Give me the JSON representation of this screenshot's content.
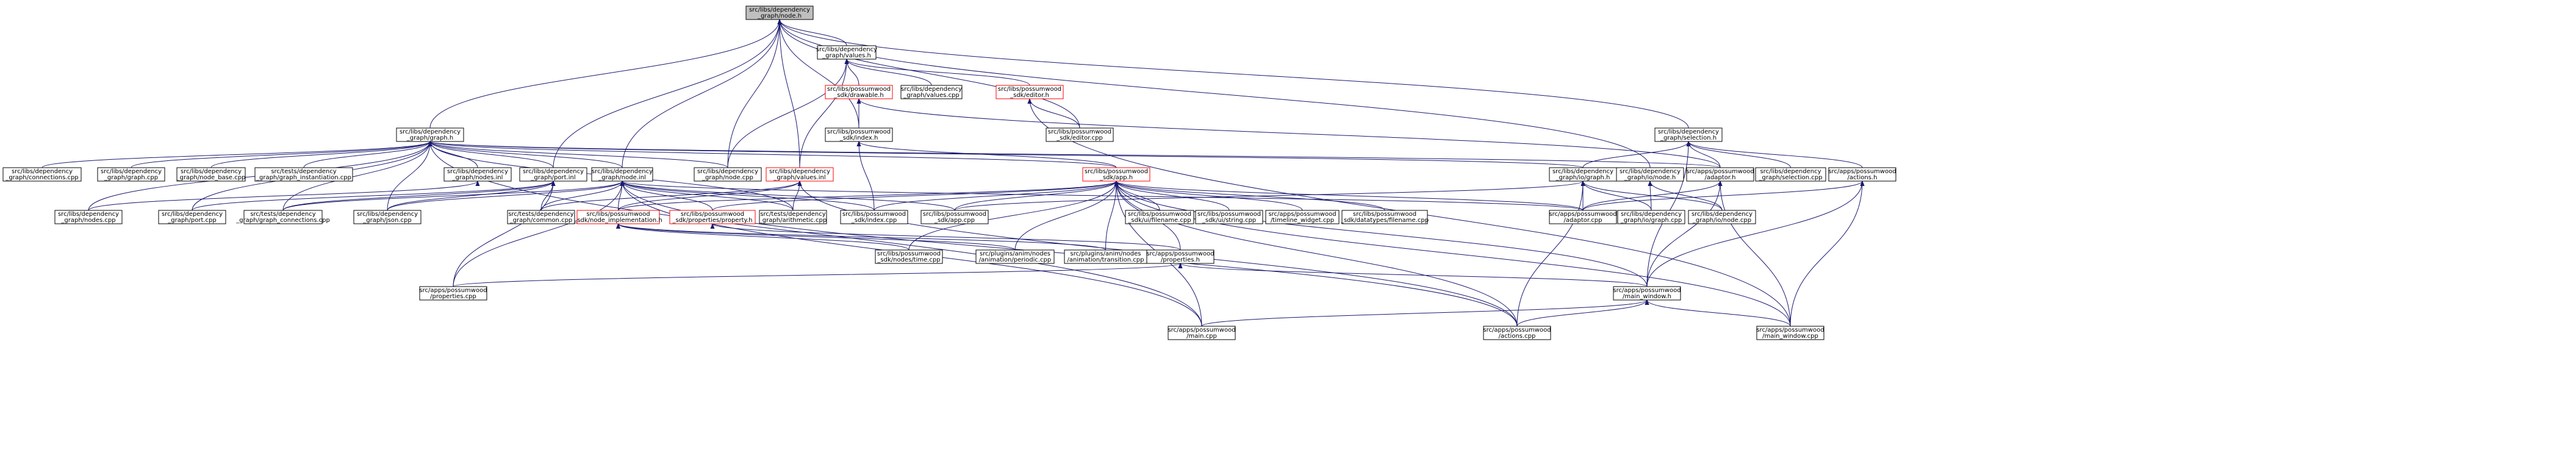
{
  "colors": {
    "edge": "#191970",
    "node_border": "#000000",
    "node_fill": "#ffffff",
    "root_fill": "#bfbfbf",
    "truncated_border": "#ff0000"
  },
  "nodes": [
    {
      "id": "node_h",
      "label": [
        "src/libs/dependency",
        "_graph/node.h"
      ],
      "root": true
    },
    {
      "id": "values_h",
      "label": [
        "src/libs/dependency",
        "_graph/values.h"
      ]
    },
    {
      "id": "drawable_h",
      "label": [
        "src/libs/possumwood",
        "_sdk/drawable.h"
      ],
      "truncated": true
    },
    {
      "id": "values_cpp",
      "label": [
        "src/libs/dependency",
        "_graph/values.cpp"
      ]
    },
    {
      "id": "editor_h",
      "label": [
        "src/libs/possumwood",
        "_sdk/editor.h"
      ],
      "truncated": true
    },
    {
      "id": "editor_cpp",
      "label": [
        "src/libs/possumwood",
        "_sdk/editor.cpp"
      ]
    },
    {
      "id": "graph_h",
      "label": [
        "src/libs/dependency",
        "_graph/graph.h"
      ]
    },
    {
      "id": "index_h",
      "label": [
        "src/libs/possumwood",
        "_sdk/index.h"
      ]
    },
    {
      "id": "selection_h",
      "label": [
        "src/libs/dependency",
        "_graph/selection.h"
      ]
    },
    {
      "id": "dg_connections_cpp",
      "label": [
        "src/libs/dependency",
        "_graph/connections.cpp"
      ]
    },
    {
      "id": "dg_graph_cpp",
      "label": [
        "src/libs/dependency",
        "_graph/graph.cpp"
      ]
    },
    {
      "id": "dg_node_base_cpp",
      "label": [
        "src/libs/dependency",
        "_graph/node_base.cpp"
      ]
    },
    {
      "id": "graph_instantiation_cpp",
      "label": [
        "src/tests/dependency",
        "_graph/graph_instantiation.cpp"
      ]
    },
    {
      "id": "nodes_inl",
      "label": [
        "src/libs/dependency",
        "_graph/nodes.inl"
      ]
    },
    {
      "id": "port_inl",
      "label": [
        "src/libs/dependency",
        "_graph/port.inl"
      ]
    },
    {
      "id": "node_inl",
      "label": [
        "src/libs/dependency",
        "_graph/node.inl"
      ]
    },
    {
      "id": "dg_node_cpp",
      "label": [
        "src/libs/dependency",
        "_graph/node.cpp"
      ]
    },
    {
      "id": "values_inl",
      "label": [
        "src/libs/dependency",
        "_graph/values.inl"
      ],
      "truncated": true
    },
    {
      "id": "app_h",
      "label": [
        "src/libs/possumwood",
        "_sdk/app.h"
      ],
      "truncated": true
    },
    {
      "id": "ui_graph_h",
      "label": [
        "src/libs/dependency",
        "_graph/io/graph.h"
      ]
    },
    {
      "id": "ui_node_h",
      "label": [
        "src/libs/dependency",
        "_graph/io/node.h"
      ]
    },
    {
      "id": "adaptor_h",
      "label": [
        "src/apps/possumwood",
        "/adaptor.h"
      ]
    },
    {
      "id": "dg_selection_cpp",
      "label": [
        "src/libs/dependency",
        "_graph/selection.cpp"
      ]
    },
    {
      "id": "actions_h",
      "label": [
        "src/apps/possumwood",
        "/actions.h"
      ]
    },
    {
      "id": "dg_nodes_cpp",
      "label": [
        "src/libs/dependency",
        "_graph/nodes.cpp"
      ]
    },
    {
      "id": "dg_port_cpp",
      "label": [
        "src/libs/dependency",
        "_graph/port.cpp"
      ]
    },
    {
      "id": "graph_connections_cpp",
      "label": [
        "src/tests/dependency",
        "_graph/graph_connections.cpp"
      ]
    },
    {
      "id": "dg_json_cpp",
      "label": [
        "src/libs/dependency",
        "_graph/json.cpp"
      ]
    },
    {
      "id": "common_cpp",
      "label": [
        "src/tests/dependency",
        "_graph/common.cpp"
      ]
    },
    {
      "id": "node_implementation_h",
      "label": [
        "src/libs/possumwood",
        "_sdk/node_implementation.h"
      ],
      "truncated": true
    },
    {
      "id": "property_h",
      "label": [
        "src/libs/possumwood",
        "_sdk/properties/property.h"
      ],
      "truncated": true
    },
    {
      "id": "arithmetic_cpp",
      "label": [
        "src/tests/dependency",
        "_graph/arithmetic.cpp"
      ]
    },
    {
      "id": "sdk_index_cpp",
      "label": [
        "src/libs/possumwood",
        "_sdk/index.cpp"
      ]
    },
    {
      "id": "sdk_app_cpp",
      "label": [
        "src/libs/possumwood",
        "_sdk/app.cpp"
      ]
    },
    {
      "id": "ui_filename_cpp",
      "label": [
        "src/libs/possumwood",
        "_sdk/ui/filename.cpp"
      ]
    },
    {
      "id": "ui_string_cpp",
      "label": [
        "src/libs/possumwood",
        "_sdk/ui/string.cpp"
      ]
    },
    {
      "id": "timeline_widget_cpp",
      "label": [
        "src/apps/possumwood",
        "/timeline_widget.cpp"
      ]
    },
    {
      "id": "datatypes_filename_cpp",
      "label": [
        "src/libs/possumwood",
        "_sdk/datatypes/filename.cpp"
      ]
    },
    {
      "id": "adaptor_cpp",
      "label": [
        "src/apps/possumwood",
        "/adaptor.cpp"
      ]
    },
    {
      "id": "io_graph_cpp",
      "label": [
        "src/libs/dependency",
        "_graph/io/graph.cpp"
      ]
    },
    {
      "id": "io_node_cpp",
      "label": [
        "src/libs/dependency",
        "_graph/io/node.cpp"
      ]
    },
    {
      "id": "nodes_time_cpp",
      "label": [
        "src/libs/possumwood",
        "_sdk/nodes/time.cpp"
      ]
    },
    {
      "id": "periodic_cpp",
      "label": [
        "src/plugins/anim/nodes",
        "/animation/periodic.cpp"
      ]
    },
    {
      "id": "transition_cpp",
      "label": [
        "src/plugins/anim/nodes",
        "/animation/transition.cpp"
      ]
    },
    {
      "id": "properties_h",
      "label": [
        "src/apps/possumwood",
        "/properties.h"
      ]
    },
    {
      "id": "properties_cpp",
      "label": [
        "src/apps/possumwood",
        "/properties.cpp"
      ]
    },
    {
      "id": "main_window_h",
      "label": [
        "src/apps/possumwood",
        "/main_window.h"
      ]
    },
    {
      "id": "main_cpp",
      "label": [
        "src/apps/possumwood",
        "/main.cpp"
      ]
    },
    {
      "id": "actions_cpp",
      "label": [
        "src/apps/possumwood",
        "/actions.cpp"
      ]
    },
    {
      "id": "main_window_cpp",
      "label": [
        "src/apps/possumwood",
        "/main_window.cpp"
      ]
    }
  ],
  "edges": [
    [
      "node_h",
      "values_h"
    ],
    [
      "node_h",
      "graph_h"
    ],
    [
      "node_h",
      "editor_cpp"
    ],
    [
      "node_h",
      "index_h"
    ],
    [
      "node_h",
      "selection_h"
    ],
    [
      "node_h",
      "port_inl"
    ],
    [
      "node_h",
      "node_inl"
    ],
    [
      "node_h",
      "dg_node_cpp"
    ],
    [
      "node_h",
      "values_inl"
    ],
    [
      "node_h",
      "ui_node_h"
    ],
    [
      "values_h",
      "drawable_h"
    ],
    [
      "values_h",
      "values_cpp"
    ],
    [
      "values_h",
      "editor_h"
    ],
    [
      "values_h",
      "dg_node_cpp"
    ],
    [
      "values_h",
      "values_inl"
    ],
    [
      "drawable_h",
      "index_h"
    ],
    [
      "drawable_h",
      "adaptor_h"
    ],
    [
      "editor_h",
      "editor_cpp"
    ],
    [
      "editor_h",
      "main_window_cpp"
    ],
    [
      "index_h",
      "app_h"
    ],
    [
      "index_h",
      "sdk_index_cpp"
    ],
    [
      "graph_h",
      "dg_connections_cpp"
    ],
    [
      "graph_h",
      "dg_graph_cpp"
    ],
    [
      "graph_h",
      "dg_node_base_cpp"
    ],
    [
      "graph_h",
      "graph_instantiation_cpp"
    ],
    [
      "graph_h",
      "nodes_inl"
    ],
    [
      "graph_h",
      "port_inl"
    ],
    [
      "graph_h",
      "node_inl"
    ],
    [
      "graph_h",
      "dg_node_cpp"
    ],
    [
      "graph_h",
      "app_h"
    ],
    [
      "graph_h",
      "ui_graph_h"
    ],
    [
      "graph_h",
      "adaptor_h"
    ],
    [
      "graph_h",
      "dg_nodes_cpp"
    ],
    [
      "graph_h",
      "dg_port_cpp"
    ],
    [
      "graph_h",
      "graph_connections_cpp"
    ],
    [
      "graph_h",
      "dg_json_cpp"
    ],
    [
      "graph_h",
      "arithmetic_cpp"
    ],
    [
      "graph_h",
      "main_cpp"
    ],
    [
      "selection_h",
      "ui_graph_h"
    ],
    [
      "selection_h",
      "adaptor_h"
    ],
    [
      "selection_h",
      "dg_selection_cpp"
    ],
    [
      "selection_h",
      "actions_h"
    ],
    [
      "selection_h",
      "main_window_h"
    ],
    [
      "nodes_inl",
      "dg_nodes_cpp"
    ],
    [
      "port_inl",
      "dg_port_cpp"
    ],
    [
      "port_inl",
      "graph_connections_cpp"
    ],
    [
      "port_inl",
      "dg_json_cpp"
    ],
    [
      "port_inl",
      "common_cpp"
    ],
    [
      "port_inl",
      "properties_cpp"
    ],
    [
      "node_inl",
      "graph_connections_cpp"
    ],
    [
      "node_inl",
      "dg_json_cpp"
    ],
    [
      "node_inl",
      "common_cpp"
    ],
    [
      "node_inl",
      "node_implementation_h"
    ],
    [
      "node_inl",
      "property_h"
    ],
    [
      "node_inl",
      "arithmetic_cpp"
    ],
    [
      "node_inl",
      "sdk_index_cpp"
    ],
    [
      "node_inl",
      "sdk_app_cpp"
    ],
    [
      "node_inl",
      "adaptor_cpp"
    ],
    [
      "node_inl",
      "properties_cpp"
    ],
    [
      "node_inl",
      "main_cpp"
    ],
    [
      "node_inl",
      "actions_cpp"
    ],
    [
      "values_inl",
      "common_cpp"
    ],
    [
      "values_inl",
      "node_implementation_h"
    ],
    [
      "values_inl",
      "arithmetic_cpp"
    ],
    [
      "values_inl",
      "actions_cpp"
    ],
    [
      "app_h",
      "node_implementation_h"
    ],
    [
      "app_h",
      "property_h"
    ],
    [
      "app_h",
      "sdk_index_cpp"
    ],
    [
      "app_h",
      "sdk_app_cpp"
    ],
    [
      "app_h",
      "ui_filename_cpp"
    ],
    [
      "app_h",
      "ui_string_cpp"
    ],
    [
      "app_h",
      "timeline_widget_cpp"
    ],
    [
      "app_h",
      "datatypes_filename_cpp"
    ],
    [
      "app_h",
      "adaptor_cpp"
    ],
    [
      "app_h",
      "nodes_time_cpp"
    ],
    [
      "app_h",
      "periodic_cpp"
    ],
    [
      "app_h",
      "transition_cpp"
    ],
    [
      "app_h",
      "properties_h"
    ],
    [
      "app_h",
      "main_window_h"
    ],
    [
      "app_h",
      "main_cpp"
    ],
    [
      "app_h",
      "actions_cpp"
    ],
    [
      "app_h",
      "main_window_cpp"
    ],
    [
      "ui_graph_h",
      "adaptor_cpp"
    ],
    [
      "ui_graph_h",
      "io_graph_cpp"
    ],
    [
      "ui_graph_h",
      "io_node_cpp"
    ],
    [
      "ui_graph_h",
      "actions_cpp"
    ],
    [
      "ui_graph_h",
      "sdk_app_cpp"
    ],
    [
      "ui_node_h",
      "io_graph_cpp"
    ],
    [
      "ui_node_h",
      "io_node_cpp"
    ],
    [
      "adaptor_h",
      "adaptor_cpp"
    ],
    [
      "adaptor_h",
      "main_window_h"
    ],
    [
      "adaptor_h",
      "main_window_cpp"
    ],
    [
      "actions_h",
      "adaptor_cpp"
    ],
    [
      "actions_h",
      "main_window_h"
    ],
    [
      "actions_h",
      "main_window_cpp"
    ],
    [
      "node_implementation_h",
      "nodes_time_cpp"
    ],
    [
      "node_implementation_h",
      "periodic_cpp"
    ],
    [
      "node_implementation_h",
      "transition_cpp"
    ],
    [
      "property_h",
      "properties_h"
    ],
    [
      "properties_h",
      "properties_cpp"
    ],
    [
      "properties_h",
      "main_window_h"
    ],
    [
      "main_window_h",
      "main_cpp"
    ],
    [
      "main_window_h",
      "actions_cpp"
    ],
    [
      "main_window_h",
      "main_window_cpp"
    ]
  ]
}
